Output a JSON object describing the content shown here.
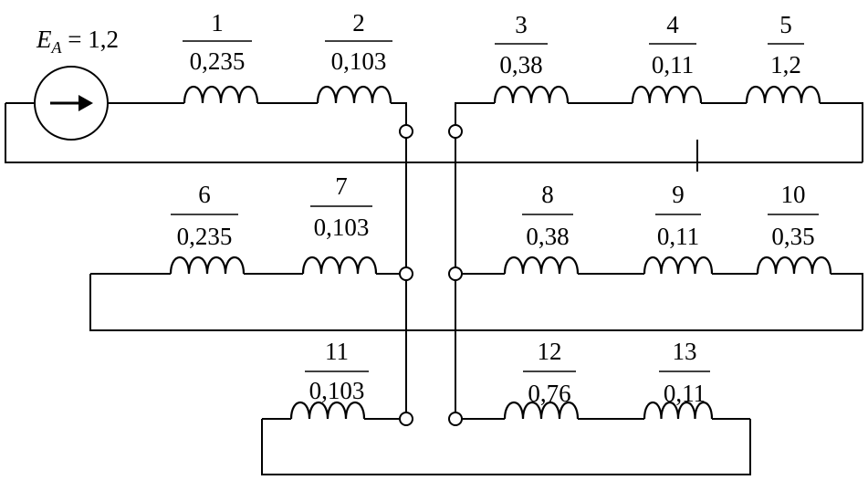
{
  "source": {
    "label_main": "E",
    "label_sub": "A",
    "label_value": " = 1,2",
    "arrow_icon": "arrow-right-icon"
  },
  "inductors": [
    {
      "id": "1",
      "value": "0,235"
    },
    {
      "id": "2",
      "value": "0,103"
    },
    {
      "id": "3",
      "value": "0,38"
    },
    {
      "id": "4",
      "value": "0,11"
    },
    {
      "id": "5",
      "value": "1,2"
    },
    {
      "id": "6",
      "value": "0,235"
    },
    {
      "id": "7",
      "value": "0,103"
    },
    {
      "id": "8",
      "value": "0,38"
    },
    {
      "id": "9",
      "value": "0,11"
    },
    {
      "id": "10",
      "value": "0,35"
    },
    {
      "id": "11",
      "value": "0,103"
    },
    {
      "id": "12",
      "value": "0,76"
    },
    {
      "id": "13",
      "value": "0,11"
    }
  ]
}
